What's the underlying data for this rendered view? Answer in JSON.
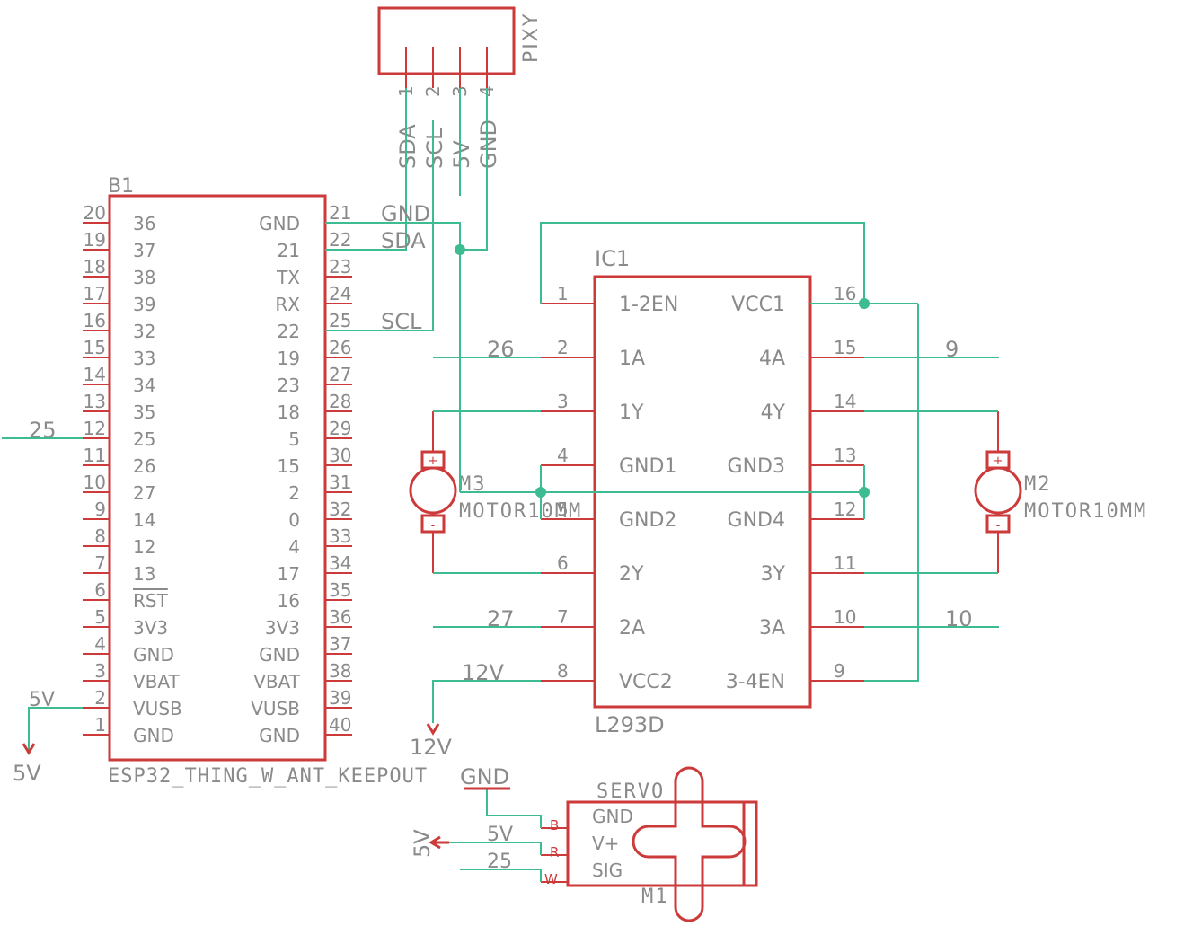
{
  "colors": {
    "part": "#cc3a3a",
    "wire": "#3dbb92",
    "text": "#8a8a8a",
    "background": "#ffffff"
  },
  "esp32": {
    "refdes": "B1",
    "value": "ESP32_THING_W_ANT_KEEPOUT",
    "left_pin_numbers": [
      "20",
      "19",
      "18",
      "17",
      "16",
      "15",
      "14",
      "13",
      "12",
      "11",
      "10",
      "9",
      "8",
      "7",
      "6",
      "5",
      "4",
      "3",
      "2",
      "1"
    ],
    "left_pin_names": [
      "36",
      "37",
      "38",
      "39",
      "32",
      "33",
      "34",
      "35",
      "25",
      "26",
      "27",
      "14",
      "12",
      "13",
      "RST",
      "3V3",
      "GND",
      "VBAT",
      "VUSB",
      "GND"
    ],
    "right_pin_numbers": [
      "21",
      "22",
      "23",
      "24",
      "25",
      "26",
      "27",
      "28",
      "29",
      "30",
      "31",
      "32",
      "33",
      "34",
      "35",
      "36",
      "37",
      "38",
      "39",
      "40"
    ],
    "right_pin_names": [
      "GND",
      "21",
      "TX",
      "RX",
      "22",
      "19",
      "23",
      "18",
      "5",
      "15",
      "2",
      "0",
      "4",
      "17",
      "16",
      "3V3",
      "GND",
      "VBAT",
      "VUSB",
      "GND"
    ]
  },
  "pixy": {
    "name": "PIXY",
    "pin_numbers": [
      "1",
      "2",
      "3",
      "4"
    ],
    "signals": [
      "SDA",
      "SCL",
      "5V",
      "GND"
    ]
  },
  "l293d": {
    "refdes": "IC1",
    "value": "L293D",
    "left_pin_numbers": [
      "1",
      "2",
      "3",
      "4",
      "5",
      "6",
      "7",
      "8"
    ],
    "left_pin_names": [
      "1-2EN",
      "1A",
      "1Y",
      "GND1",
      "GND2",
      "2Y",
      "2A",
      "VCC2"
    ],
    "right_pin_numbers": [
      "16",
      "15",
      "14",
      "13",
      "12",
      "11",
      "10",
      "9"
    ],
    "right_pin_names": [
      "VCC1",
      "4A",
      "4Y",
      "GND3",
      "GND4",
      "3Y",
      "3A",
      "3-4EN"
    ]
  },
  "motors": [
    {
      "refdes": "M3",
      "value": "MOTOR10MM",
      "plus": "+",
      "minus": "-"
    },
    {
      "refdes": "M2",
      "value": "MOTOR10MM",
      "plus": "+",
      "minus": "-"
    }
  ],
  "servo": {
    "name": "SERVO",
    "refdes": "M1",
    "pin_letters": [
      "B",
      "R",
      "W"
    ],
    "pin_names": [
      "GND",
      "V+",
      "SIG"
    ]
  },
  "net_labels": {
    "gnd": "GND",
    "sda": "SDA",
    "scl": "SCL",
    "n25": "25",
    "n26": "26",
    "n27": "27",
    "n9": "9",
    "n10": "10",
    "v12": "12V",
    "v5": "5V"
  },
  "supplies": {
    "v5_left": "5V",
    "v12": "12V",
    "v5_servo": "5V",
    "gnd_servo": "GND"
  }
}
